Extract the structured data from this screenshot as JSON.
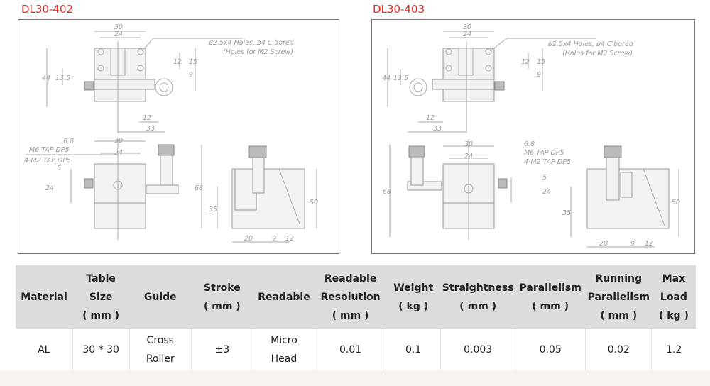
{
  "drawings": [
    {
      "model": "DL30-402",
      "holes_note": "ø2.5x4 Holes, ø4 C'bored",
      "holes_note2": "(Holes for M2 Screw)",
      "tap1": "M6 TAP DP5",
      "tap2": "4-M2 TAP DP5",
      "dims": {
        "d30": "30",
        "d24": "24",
        "d44": "44",
        "d13_5": "13.5",
        "d12": "12",
        "d15": "15",
        "d9": "9",
        "d12b": "12",
        "d33": "33",
        "d6_8": "6.8",
        "d30b": "30",
        "d24b": "24",
        "d24c": "24",
        "d5": "5",
        "d68": "68",
        "d35": "35",
        "d50": "50",
        "d20": "20",
        "d9b": "9",
        "d12c": "12"
      }
    },
    {
      "model": "DL30-403",
      "holes_note": "ø2.5x4 Holes, ø4 C'bored",
      "holes_note2": "(Holes for M2 Screw)",
      "tap1": "M6 TAP DP5",
      "tap2": "4-M2 TAP DP5",
      "dims": {
        "d30": "30",
        "d24": "24",
        "d44": "44",
        "d13_5": "13.5",
        "d12": "12",
        "d15": "15",
        "d9": "9",
        "d12b": "12",
        "d33": "33",
        "d6_8": "6.8",
        "d30b": "30",
        "d24b": "24",
        "d24c": "24",
        "d5": "5",
        "d68": "68",
        "d35": "35",
        "d50": "50",
        "d20": "20",
        "d9b": "9",
        "d12c": "12"
      }
    }
  ],
  "table": {
    "headers": [
      [
        "Material"
      ],
      [
        "Table",
        "Size",
        "( mm )"
      ],
      [
        "Guide"
      ],
      [
        "Stroke",
        "( mm )"
      ],
      [
        "Readable"
      ],
      [
        "Readable",
        "Resolution",
        "( mm )"
      ],
      [
        "Weight",
        "( kg )"
      ],
      [
        "Straightness",
        "( mm )"
      ],
      [
        "Parallelism",
        "( mm )"
      ],
      [
        "Running",
        "Parallelism",
        "( mm )"
      ],
      [
        "Max",
        "Load",
        "( kg )"
      ]
    ],
    "row": [
      [
        "AL"
      ],
      [
        "30 * 30"
      ],
      [
        "Cross",
        "Roller"
      ],
      [
        "±3"
      ],
      [
        "Micro",
        "Head"
      ],
      [
        "0.01"
      ],
      [
        "0.1"
      ],
      [
        "0.003"
      ],
      [
        "0.05"
      ],
      [
        "0.02"
      ],
      [
        "1.2"
      ]
    ]
  }
}
